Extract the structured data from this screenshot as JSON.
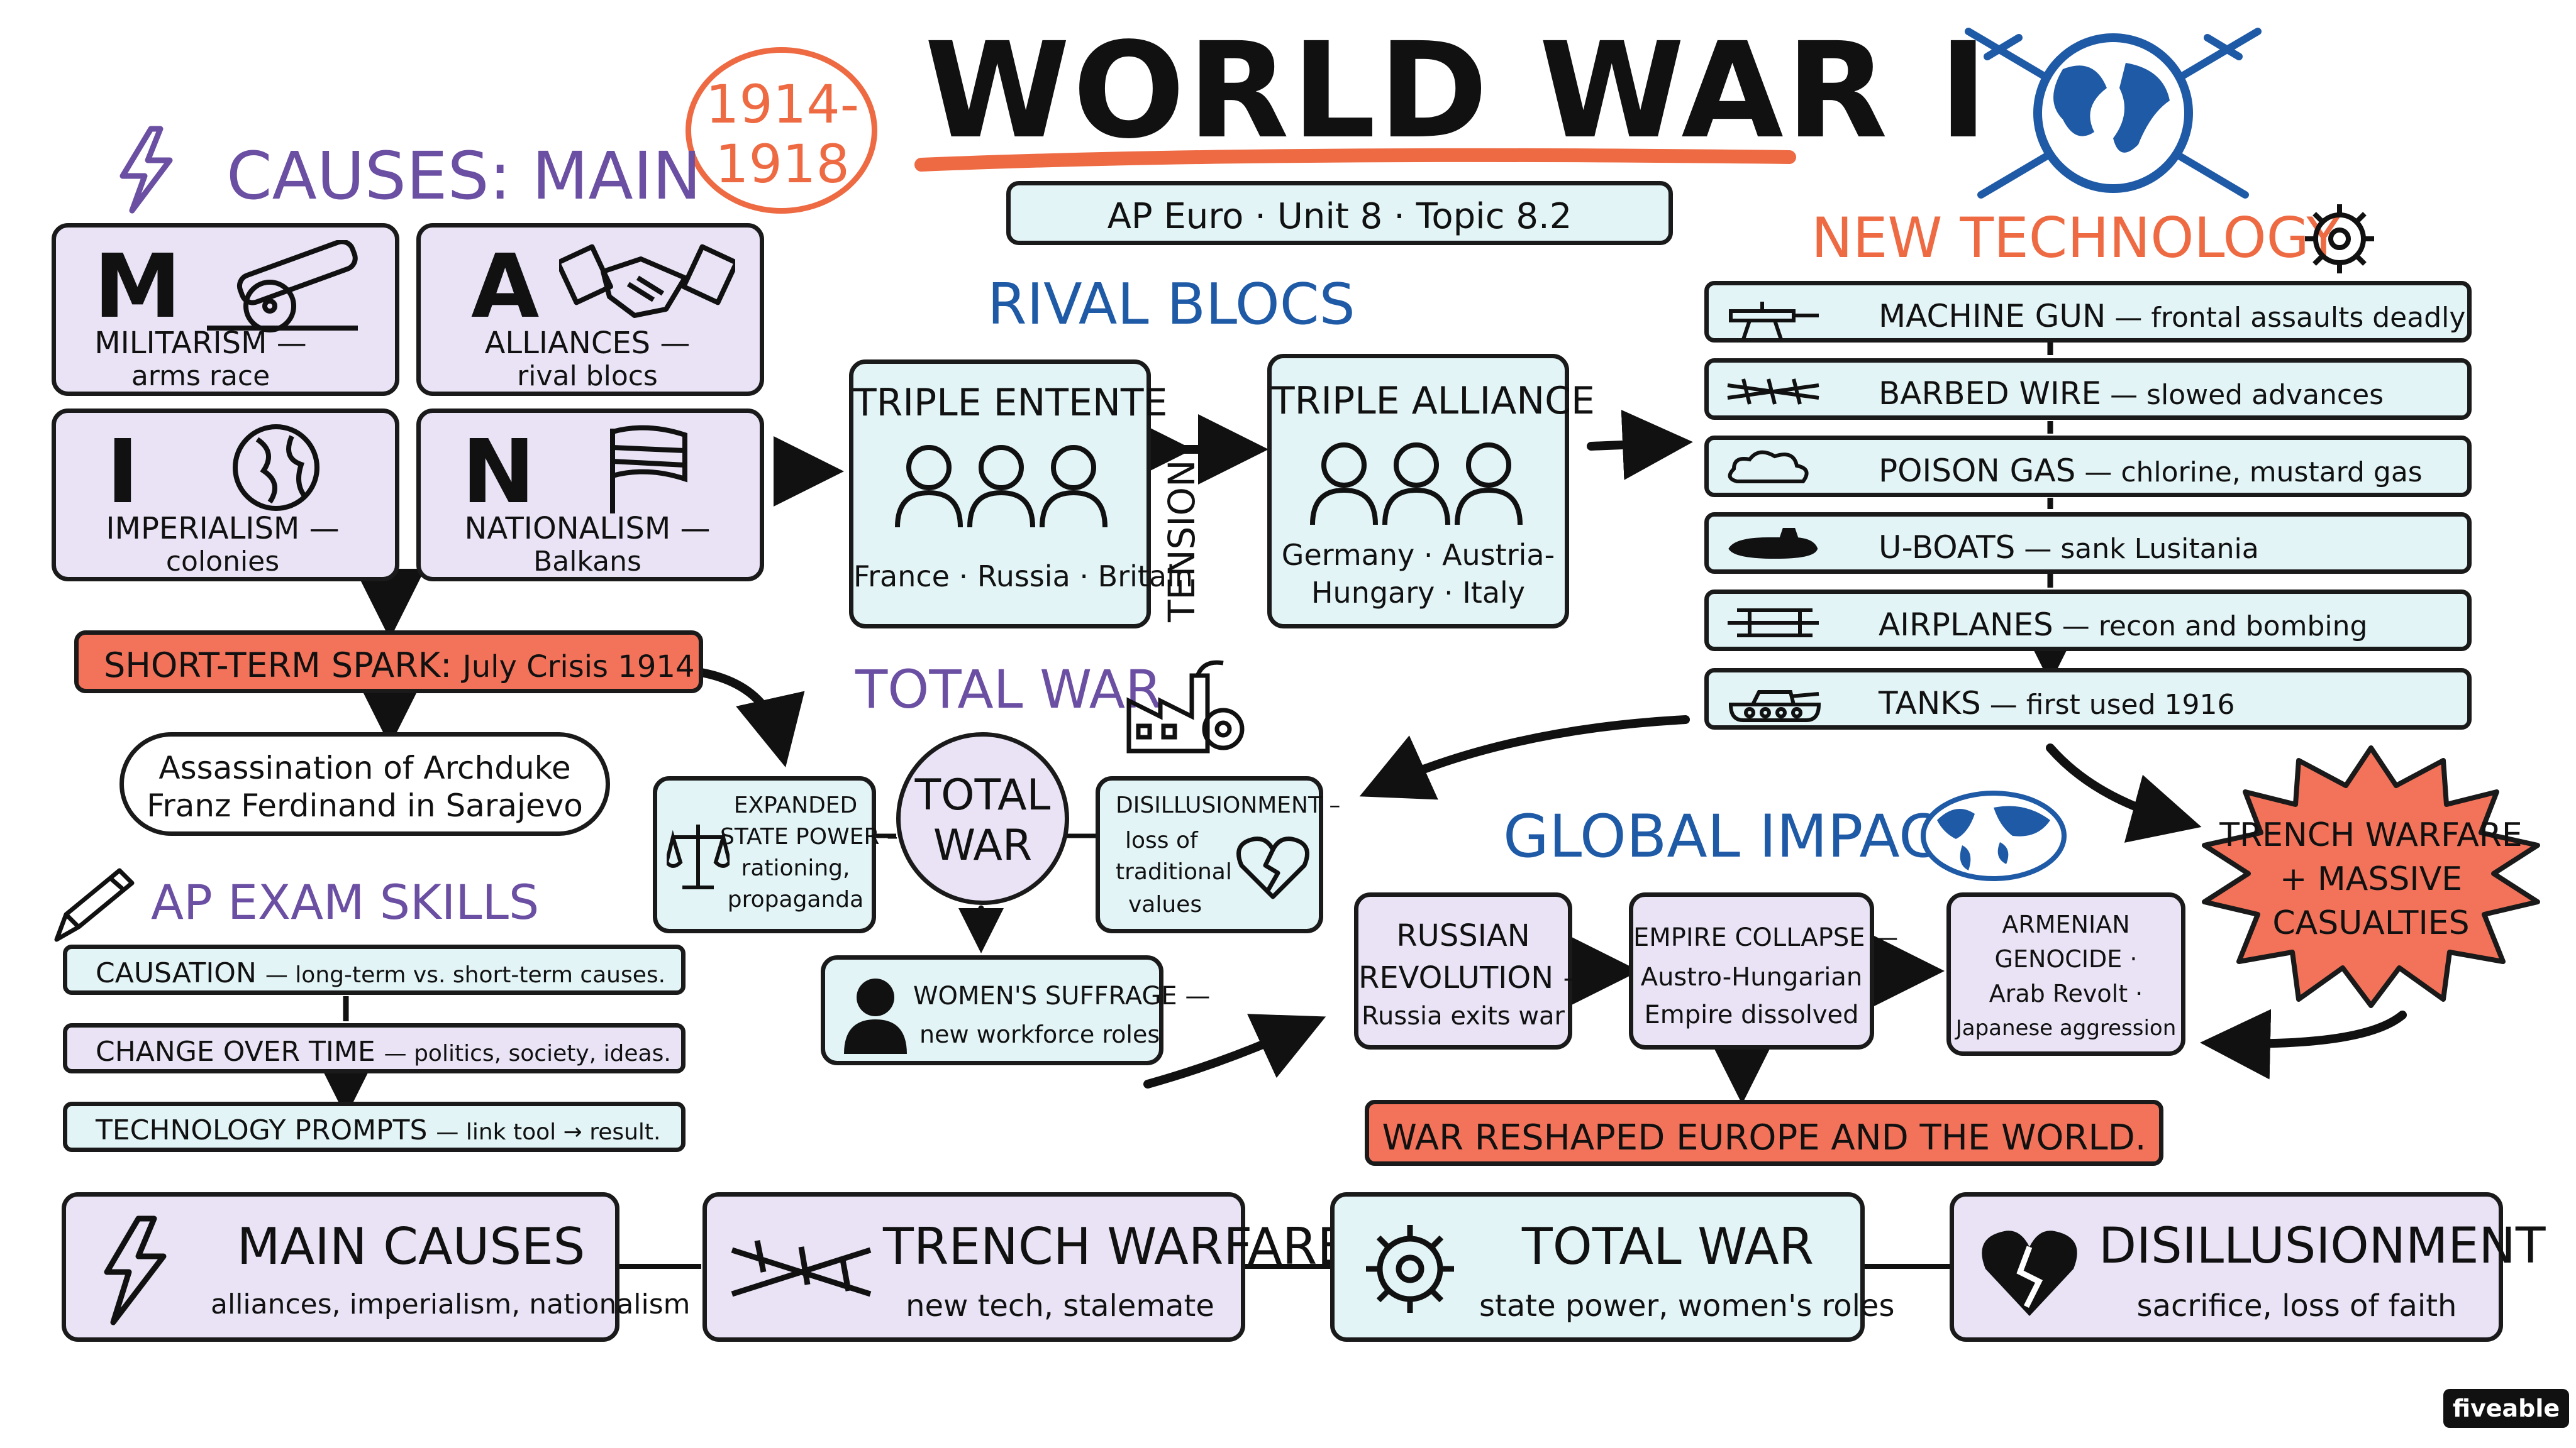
{
  "title": "WORLD WAR I",
  "dates": [
    "1914-",
    "1918"
  ],
  "subtitle": "AP Euro · Unit 8 · Topic 8.2",
  "causes": {
    "heading": "CAUSES: MAIN",
    "items": [
      {
        "letter": "M",
        "label": "MILITARISM —",
        "detail": "arms race",
        "icon": "cannon-icon"
      },
      {
        "letter": "A",
        "label": "ALLIANCES —",
        "detail": "rival blocs",
        "icon": "handshake-icon"
      },
      {
        "letter": "I",
        "label": "IMPERIALISM —",
        "detail": "colonies",
        "icon": "globe-icon"
      },
      {
        "letter": "N",
        "label": "NATIONALISM —",
        "detail": "Balkans",
        "icon": "flag-icon"
      }
    ]
  },
  "spark": {
    "label": "SHORT-TERM SPARK:",
    "detail": "July Crisis 1914"
  },
  "assassination": [
    "Assassination of Archduke",
    "Franz Ferdinand in Sarajevo"
  ],
  "rival_blocs": {
    "heading": "RIVAL BLOCS",
    "entente": {
      "name": "TRIPLE ENTENTE",
      "members": "France · Russia · Britain"
    },
    "alliance": {
      "name": "TRIPLE ALLIANCE",
      "members": [
        "Germany · Austria-",
        "Hungary · Italy"
      ]
    },
    "tension": "TENSION"
  },
  "technology": {
    "heading": "NEW TECHNOLOGY",
    "items": [
      {
        "name": "MACHINE GUN",
        "detail": "— frontal assaults deadly",
        "icon": "machine-gun-icon"
      },
      {
        "name": "BARBED WIRE",
        "detail": "— slowed advances",
        "icon": "barbed-wire-icon"
      },
      {
        "name": "POISON GAS",
        "detail": "— chlorine, mustard gas",
        "icon": "gas-cloud-icon"
      },
      {
        "name": "U-BOATS",
        "detail": "— sank Lusitania",
        "icon": "submarine-icon"
      },
      {
        "name": "AIRPLANES",
        "detail": "— recon and bombing",
        "icon": "biplane-icon"
      },
      {
        "name": "TANKS",
        "detail": "— first used 1916",
        "icon": "tank-icon"
      }
    ]
  },
  "total_war": {
    "heading": "TOTAL WAR",
    "center": [
      "TOTAL",
      "WAR"
    ],
    "state_power": [
      "EXPANDED",
      "STATE POWER –",
      "rationing,",
      "propaganda"
    ],
    "disillusionment": [
      "DISILLUSIONMENT –",
      "loss of",
      "traditional",
      "values"
    ],
    "suffrage": [
      "WOMEN'S SUFFRAGE —",
      "new workforce roles"
    ]
  },
  "global_impact": {
    "heading": "GLOBAL IMPACT",
    "russia": [
      "RUSSIAN",
      "REVOLUTION —",
      "Russia exits war"
    ],
    "empire": [
      "EMPIRE COLLAPSE —",
      "Austro-Hungarian",
      "Empire dissolved"
    ],
    "armenian": [
      "ARMENIAN",
      "GENOCIDE ·",
      "Arab Revolt ·",
      "Japanese aggression"
    ],
    "result": "WAR RESHAPED EUROPE AND THE WORLD."
  },
  "trench_burst": [
    "TRENCH WARFARE",
    "+ MASSIVE",
    "CASUALTIES"
  ],
  "exam_skills": {
    "heading": "AP EXAM SKILLS",
    "items": [
      {
        "name": "CAUSATION",
        "detail": "— long-term vs. short-term causes."
      },
      {
        "name": "CHANGE OVER TIME",
        "detail": "— politics, society, ideas."
      },
      {
        "name": "TECHNOLOGY PROMPTS",
        "detail": "— link tool → result."
      }
    ]
  },
  "summary": [
    {
      "title": "MAIN CAUSES",
      "detail": "alliances, imperialism, nationalism",
      "icon": "lightning-icon"
    },
    {
      "title": "TRENCH WARFARE",
      "detail": "new tech, stalemate",
      "icon": "barbed-wire-icon"
    },
    {
      "title": "TOTAL WAR",
      "detail": "state power, women's roles",
      "icon": "gear-icon"
    },
    {
      "title": "DISILLUSIONMENT",
      "detail": "sacrifice, loss of faith",
      "icon": "broken-heart-icon"
    }
  ],
  "watermark": "fiveable",
  "colors": {
    "purple": "#6b4fa3",
    "blue": "#1f5aa6",
    "orange": "#ee6a43",
    "lavender": "#e9e3f5",
    "cyan": "#e2f4f6",
    "red": "#f2735a"
  }
}
